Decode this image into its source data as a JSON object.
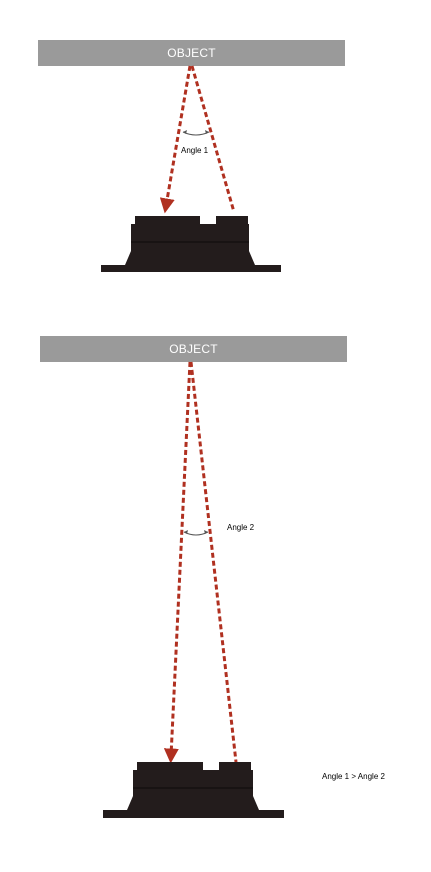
{
  "diagram": {
    "top": {
      "object_label": "OBJECT",
      "angle_label": "Angle 1"
    },
    "bottom": {
      "object_label": "OBJECT",
      "angle_label": "Angle 2"
    },
    "comparison_label": "Angle 1 > Angle 2",
    "colors": {
      "object_bar": "#9a9a9a",
      "ray": "#b03020",
      "sensor": "#231c1c",
      "arc": "#555555"
    }
  }
}
